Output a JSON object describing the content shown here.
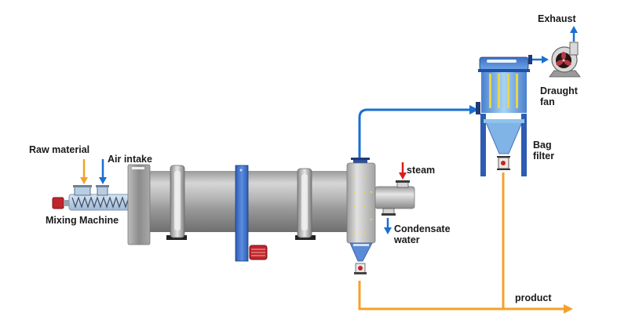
{
  "diagram": {
    "title": "Rotary drum drying process flow",
    "labels": {
      "raw_material": "Raw material",
      "air_intake": "Air intake",
      "mixing_machine": "Mixing Machine",
      "steam": "steam",
      "condensate_line1": "Condensate",
      "condensate_line2": "water",
      "exhaust": "Exhaust",
      "draught_fan_line1": "Draught",
      "draught_fan_line2": "fan",
      "bag_filter_line1": "Bag",
      "bag_filter_line2": "filter",
      "product": "product"
    },
    "components": [
      {
        "id": "mixing-machine",
        "name": "Mixing Machine"
      },
      {
        "id": "rotary-dryer",
        "name": "Rotary drum dryer"
      },
      {
        "id": "discharge-hood",
        "name": "Discharge hood"
      },
      {
        "id": "steam-heater",
        "name": "Steam heat exchanger"
      },
      {
        "id": "bag-filter",
        "name": "Bag filter"
      },
      {
        "id": "draught-fan",
        "name": "Draught fan"
      }
    ],
    "flows": [
      {
        "from": "Raw material",
        "to": "Mixing Machine",
        "type": "material"
      },
      {
        "from": "Air intake",
        "to": "Mixing Machine",
        "type": "air"
      },
      {
        "from": "steam",
        "to": "Steam heat exchanger",
        "type": "steam"
      },
      {
        "from": "Steam heat exchanger",
        "to": "Condensate water",
        "type": "water"
      },
      {
        "from": "Discharge hood",
        "to": "Bag filter",
        "type": "air"
      },
      {
        "from": "Bag filter",
        "to": "Draught fan",
        "type": "air"
      },
      {
        "from": "Draught fan",
        "to": "Exhaust",
        "type": "air"
      },
      {
        "from": "Discharge hood",
        "to": "product",
        "type": "material"
      },
      {
        "from": "Bag filter",
        "to": "product",
        "type": "material"
      }
    ],
    "colors": {
      "material_flow": "#f5a02a",
      "air_flow": "#1a6fd1",
      "steam_flow": "#e01a1a",
      "equipment_blue": "#3b6fc4",
      "motor_red": "#c0262c"
    }
  }
}
